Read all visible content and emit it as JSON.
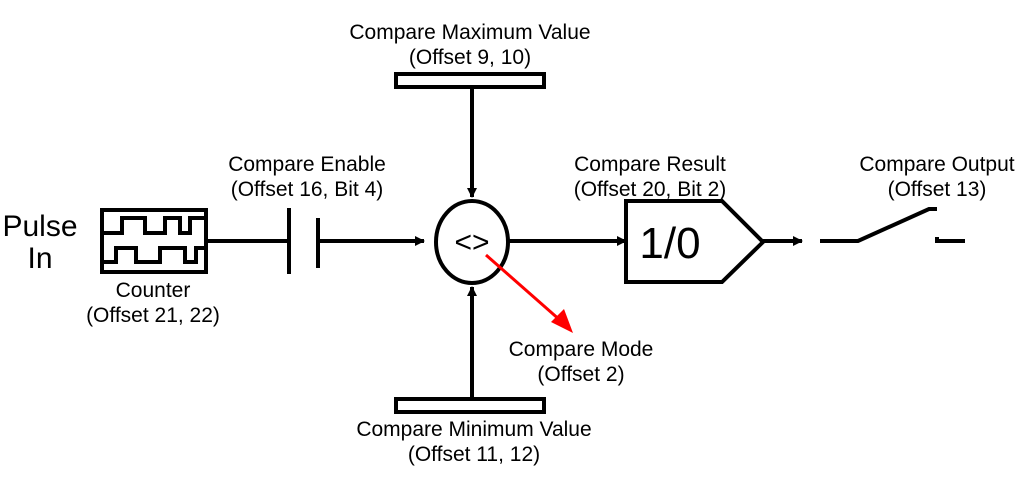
{
  "pulse_in": {
    "line1": "Pulse",
    "line2": "In"
  },
  "counter": {
    "title": "Counter",
    "offset": "(Offset 21, 22)"
  },
  "compare_enable": {
    "title": "Compare Enable",
    "offset": "(Offset 16, Bit 4)"
  },
  "compare_max": {
    "title": "Compare Maximum Value",
    "offset": "(Offset 9, 10)"
  },
  "compare_min": {
    "title": "Compare Minimum Value",
    "offset": "(Offset 11, 12)"
  },
  "comparator": {
    "symbol": "<>"
  },
  "compare_mode": {
    "title": "Compare Mode",
    "offset": "(Offset 2)"
  },
  "compare_result": {
    "title": "Compare Result",
    "offset": "(Offset 20, Bit 2)",
    "symbol": "1/0"
  },
  "compare_output": {
    "title": "Compare Output",
    "offset": "(Offset 13)"
  },
  "colors": {
    "line": "#000000",
    "mode_arrow": "#ff0000"
  }
}
